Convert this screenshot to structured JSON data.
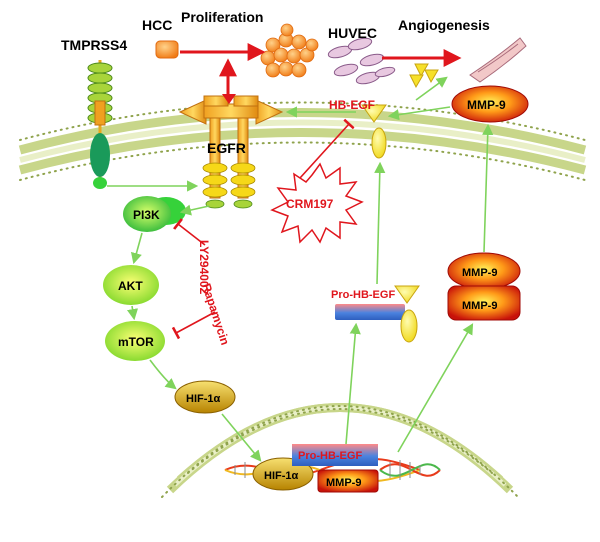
{
  "labels": {
    "tmprss4": "TMPRSS4",
    "hcc": "HCC",
    "proliferation": "Proliferation",
    "huvec": "HUVEC",
    "angiogenesis": "Angiogenesis",
    "hb_egf": "HB-EGF",
    "egfr": "EGFR",
    "mmp9": "MMP-9",
    "crm197": "CRM197",
    "pi3k": "PI3K",
    "akt": "AKT",
    "mtor": "mTOR",
    "ly294002": "LY294002",
    "rapamycin": "Rapamycin",
    "hif1a": "HIF-1α",
    "pro_hb_egf": "Pro-HB-EGF"
  },
  "colors": {
    "arrow_green": "#7fd35c",
    "arrow_red": "#e0161d",
    "membrane": "#c8d68a",
    "egfr_orange": "#f4a722",
    "mmp9_red": "#d11a0c",
    "hb_egf_yellow": "#f6e02a",
    "pi3k_green": "#3cc43c",
    "hif_gold": "#d8a40c"
  },
  "icons": [
    "hcc-cell-icon",
    "tumor-cluster-icon",
    "huvec-cells-icon",
    "vessel-sprout-icon",
    "dna-helix-icon"
  ]
}
